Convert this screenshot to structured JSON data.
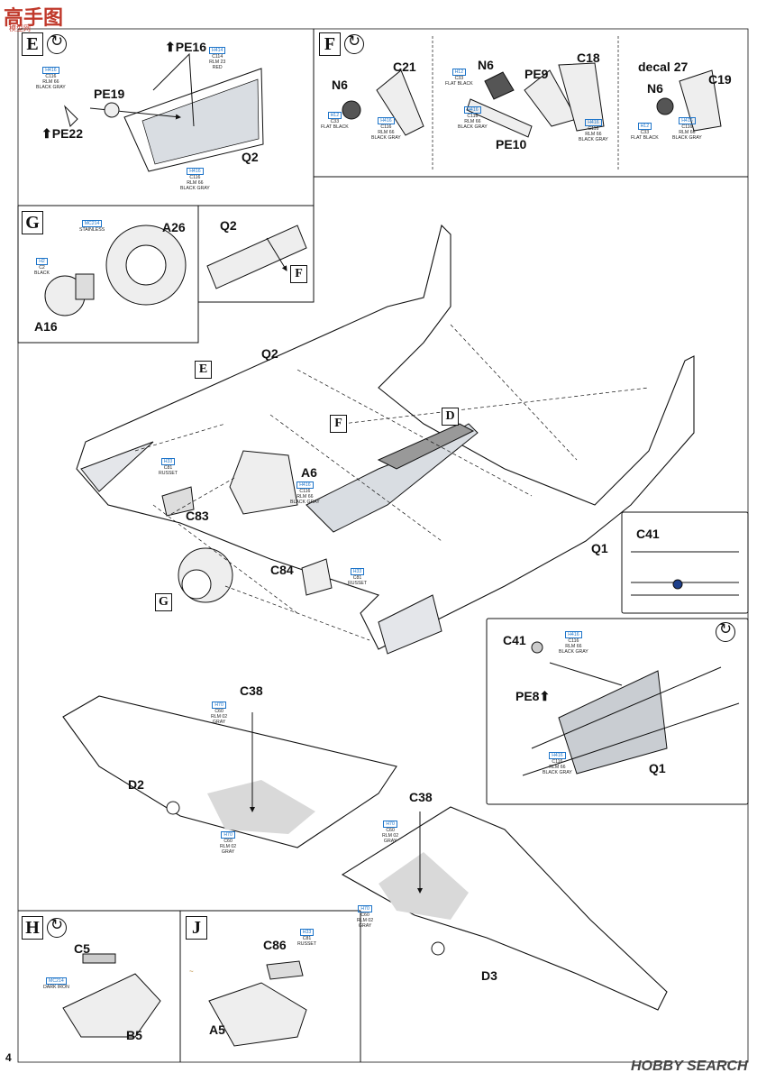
{
  "watermark_top": {
    "text": "高手图",
    "cn_sub": "模型网"
  },
  "watermark_bottom": {
    "text": "HOBBY SEARCH"
  },
  "page_number": "4",
  "steps": {
    "E": {
      "letter": "E"
    },
    "F": {
      "letter": "F"
    },
    "G": {
      "letter": "G"
    },
    "H": {
      "letter": "H"
    },
    "J": {
      "letter": "J"
    }
  },
  "refs": {
    "E": "E",
    "F": "F",
    "D": "D",
    "G": "G",
    "F2": "F"
  },
  "labels": {
    "pe16": "PE16",
    "pe19": "PE19",
    "pe22": "PE22",
    "q2_e": "Q2",
    "n6_a": "N6",
    "c21": "C21",
    "n6_b": "N6",
    "pe9": "PE9",
    "c18": "C18",
    "pe10": "PE10",
    "decal27": "decal 27",
    "n6_c": "N6",
    "c19": "C19",
    "a26": "A26",
    "a16": "A16",
    "q2_inset": "Q2",
    "q2_main": "Q2",
    "a6": "A6",
    "c83": "C83",
    "c84": "C84",
    "q1": "Q1",
    "c41_a": "C41",
    "c41_b": "C41",
    "pe8": "PE8",
    "q1_b": "Q1",
    "c38_a": "C38",
    "d2": "D2",
    "c38_b": "C38",
    "d3": "D3",
    "c5": "C5",
    "b5": "B5",
    "c86": "C86",
    "a5": "A5"
  },
  "paints": {
    "p1": {
      "code": "H416",
      "lines": [
        "C116",
        "RLM 66",
        "BLACK GRAY"
      ]
    },
    "p2": {
      "code": "H414",
      "lines": [
        "C114",
        "RLM 23",
        "RED"
      ]
    },
    "p3": {
      "code": "H416",
      "lines": [
        "C116",
        "RLM 66",
        "BLACK GRAY"
      ]
    },
    "p4": {
      "code": "H12",
      "lines": [
        "C33",
        "FLAT BLACK"
      ]
    },
    "p5": {
      "code": "H416",
      "lines": [
        "C116",
        "RLM 66",
        "BLACK GRAY"
      ]
    },
    "p6": {
      "code": "H12",
      "lines": [
        "C33",
        "FLAT BLACK"
      ]
    },
    "p7": {
      "code": "H416",
      "lines": [
        "C116",
        "RLM 66",
        "BLACK GRAY"
      ]
    },
    "p8": {
      "code": "H416",
      "lines": [
        "C116",
        "RLM 66",
        "BLACK GRAY"
      ]
    },
    "p9": {
      "code": "H12",
      "lines": [
        "C33",
        "FLAT BLACK"
      ]
    },
    "p10": {
      "code": "H416",
      "lines": [
        "C116",
        "RLM 66",
        "BLACK GRAY"
      ]
    },
    "p11": {
      "code": "MC214",
      "lines": [
        "STAINLESS"
      ]
    },
    "p12": {
      "code": "H2",
      "lines": [
        "C2",
        "BLACK"
      ]
    },
    "p13": {
      "code": "H33",
      "lines": [
        "C81",
        "RUSSET"
      ]
    },
    "p14": {
      "code": "H416",
      "lines": [
        "C116",
        "RLM 66",
        "BLACK GRAY"
      ]
    },
    "p15": {
      "code": "H33",
      "lines": [
        "C81",
        "RUSSET"
      ]
    },
    "p16": {
      "code": "H416",
      "lines": [
        "C116",
        "RLM 66",
        "BLACK GRAY"
      ]
    },
    "p17": {
      "code": "H416",
      "lines": [
        "C116",
        "RLM 66",
        "BLACK GRAY"
      ]
    },
    "p18": {
      "code": "H70",
      "lines": [
        "C60",
        "RLM 02",
        "GRAY"
      ]
    },
    "p19": {
      "code": "H70",
      "lines": [
        "C60",
        "RLM 02",
        "GRAY"
      ]
    },
    "p20": {
      "code": "H70",
      "lines": [
        "C60",
        "RLM 02",
        "GRAY"
      ]
    },
    "p21": {
      "code": "H70",
      "lines": [
        "C60",
        "RLM 02",
        "GRAY"
      ]
    },
    "p22": {
      "code": "MC214",
      "lines": [
        "DARK IRON"
      ]
    },
    "p23": {
      "code": "H33",
      "lines": [
        "C81",
        "RUSSET"
      ]
    }
  }
}
